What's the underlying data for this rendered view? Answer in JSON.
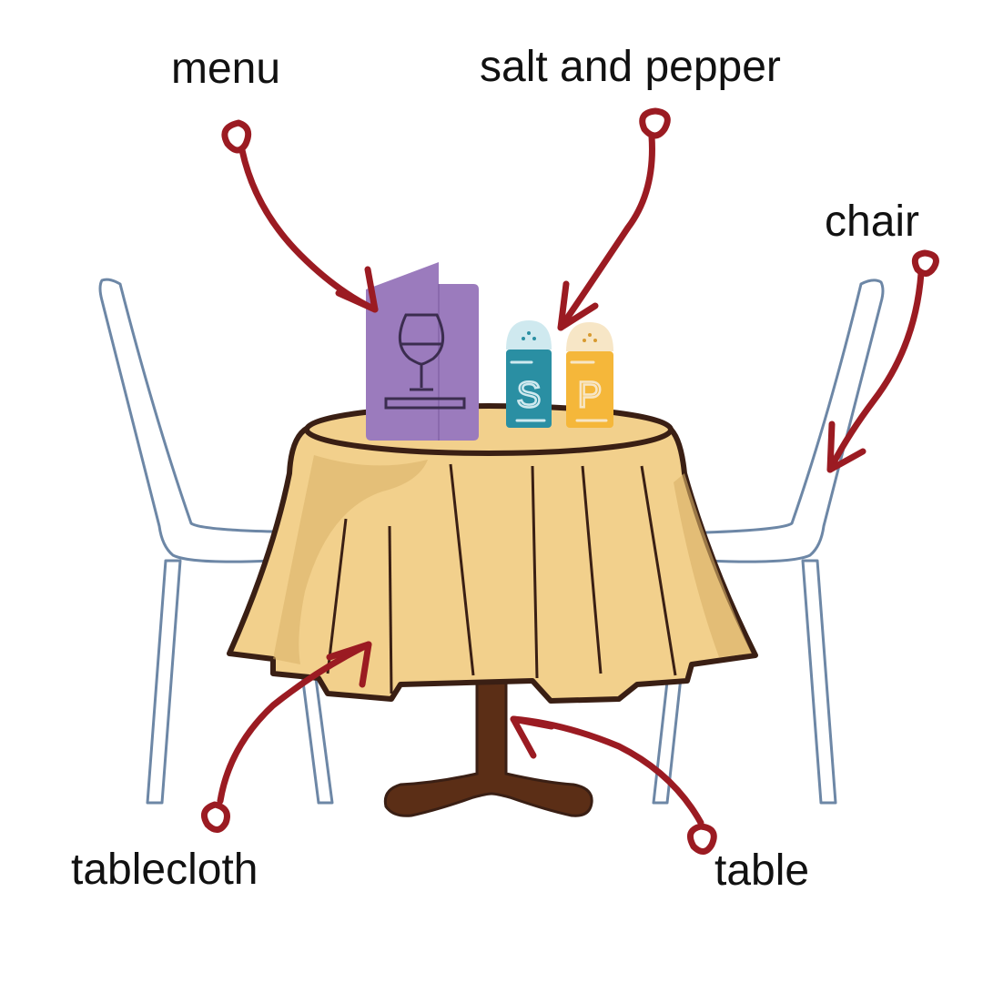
{
  "labels": {
    "menu": "menu",
    "salt_and_pepper": "salt and pepper",
    "chair": "chair",
    "tablecloth": "tablecloth",
    "table": "table"
  },
  "shakers": {
    "salt_letter": "S",
    "pepper_letter": "P"
  },
  "colors": {
    "arrow": "#9b1b22",
    "tablecloth": "#f2d08c",
    "tablecloth_shadow": "#d8b068",
    "outline": "#3a1f14",
    "table_wood": "#5b2e16",
    "menu": "#9b7bbd",
    "salt_body": "#2a8fa3",
    "salt_cap": "#cfe9ef",
    "pepper_body": "#f5b73a",
    "pepper_cap": "#f7e6c6",
    "chair_outline": "#6d87a6"
  },
  "icons": [
    "wine-glass-icon",
    "menu-card-icon",
    "salt-shaker-icon",
    "pepper-shaker-icon",
    "chair-icon",
    "table-icon",
    "arrow-icon"
  ]
}
